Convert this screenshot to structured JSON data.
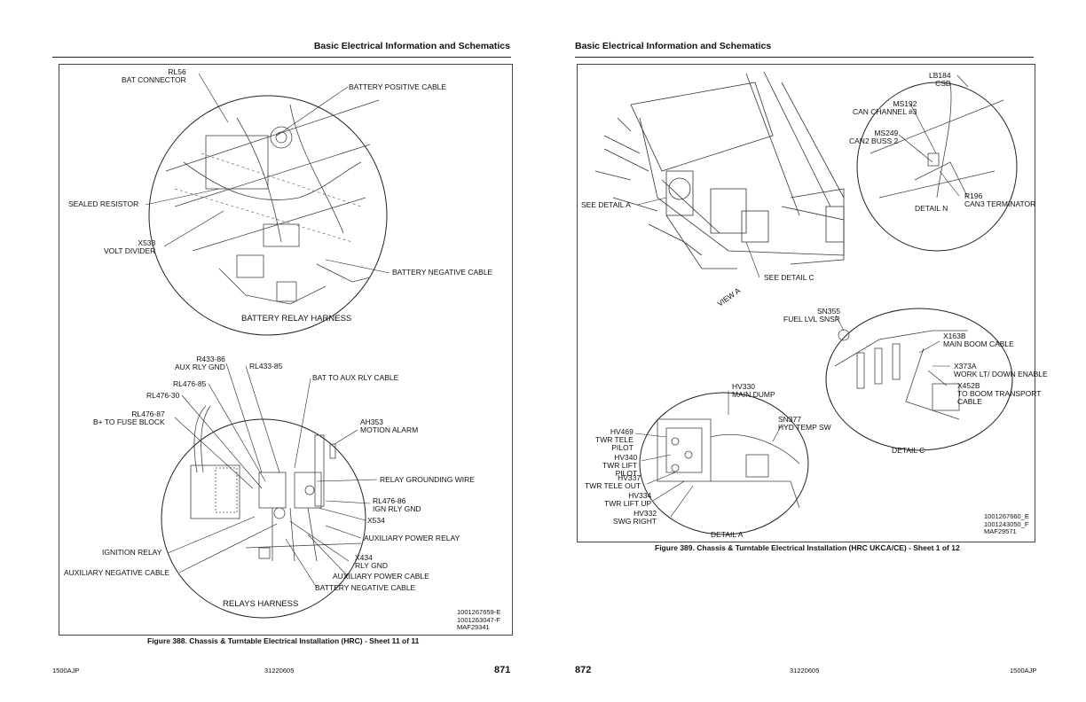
{
  "left_page": {
    "header": "Basic Electrical Information and Schematics",
    "figure": {
      "callouts": {
        "rl56": "RL56\nBAT CONNECTOR",
        "battery_positive_cable": "BATTERY POSITIVE CABLE",
        "sealed_resistor": "SEALED RESISTOR",
        "x533": "X533\nVOLT DIVIDER",
        "battery_negative_cable_top": "BATTERY NEGATIVE CABLE",
        "r433_86": "R433-86\nAUX RLY GND",
        "rl433_85": "RL433-85",
        "bat_to_aux_rly_cable": "BAT TO AUX RLY CABLE",
        "rl476_85": "RL476-85",
        "rl476_30": "RL476-30",
        "rl476_87": "RL476-87\nB+ TO FUSE BLOCK",
        "ah353": "AH353\nMOTION ALARM",
        "relay_grounding_wire": "RELAY GROUNDING WIRE",
        "rl476_86": "RL476-86\nIGN RLY GND",
        "x534": "X534",
        "auxiliary_power_relay": "AUXILIARY POWER RELAY",
        "ignition_relay": "IGNITION RELAY",
        "x434": "X434\nRLY GND",
        "auxiliary_negative_cable": "AUXILIARY NEGATIVE CABLE",
        "auxiliary_power_cable": "AUXILIARY POWER CABLE",
        "battery_negative_cable_bottom": "BATTERY NEGATIVE CABLE"
      },
      "detail_titles": {
        "battery_relay_harness": "BATTERY RELAY HARNESS",
        "relays_harness": "RELAYS HARNESS"
      },
      "part_codes": "1001267659-E\n1001263047-F\nMAF29341",
      "caption": "Figure 388. Chassis & Turntable Electrical Installation (HRC) - Sheet 11 of 11"
    },
    "footer": {
      "model": "1500AJP",
      "doc_number": "31220605",
      "page_number": "871"
    }
  },
  "right_page": {
    "header": "Basic Electrical Information and Schematics",
    "figure": {
      "callouts": {
        "lb184": "LB184\nCSB",
        "ms192": "MS192\nCAN CHANNEL #3",
        "ms249": "MS249\nCAN2 BUSS 2",
        "r196": "R196\nCAN3 TERMINATOR",
        "see_detail_a": "SEE DETAIL A",
        "see_detail_c": "SEE DETAIL C",
        "view_a": "VIEW A",
        "sn355": "SN355\nFUEL LVL SNSR",
        "x163b": "X163B\nMAIN BOOM CABLE",
        "x373a": "X373A\nWORK LT/ DOWN ENABLE",
        "x452b": "X452B\nTO BOOM TRANSPORT\nCABLE",
        "hv330": "HV330\nMAIN DUMP",
        "sn377": "SN377\nHYD TEMP SW",
        "hv469": "HV469\nTWR TELE\nPILOT",
        "hv340": "HV340\nTWR LIFT\nPILOT",
        "hv337": "HV337\nTWR TELE OUT",
        "hv334": "HV334\nTWR LIFT UP",
        "hv332": "HV332\nSWG RIGHT"
      },
      "detail_titles": {
        "detail_n": "DETAIL N",
        "detail_c": "DETAIL C",
        "detail_a": "DETAIL A"
      },
      "part_codes": "1001267660_E\n1001243050_F\nMAF29571",
      "caption": "Figure 389. Chassis & Turntable Electrical Installation (HRC UKCA/CE) - Sheet 1 of 12"
    },
    "footer": {
      "page_number": "872",
      "doc_number": "31220605",
      "model": "1500AJP"
    }
  }
}
